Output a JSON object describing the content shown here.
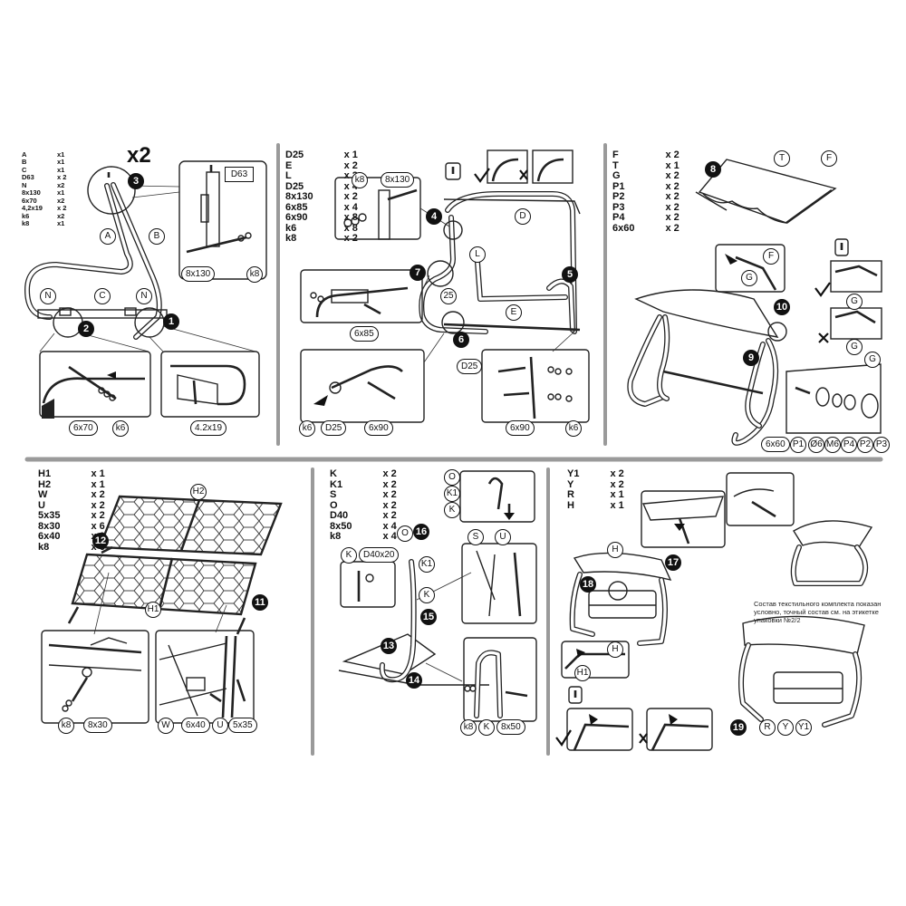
{
  "panel1": {
    "parts": [
      [
        "A",
        "x1"
      ],
      [
        "B",
        "x1"
      ],
      [
        "C",
        "x1"
      ],
      [
        "D63",
        "x 2"
      ],
      [
        "N",
        "x2"
      ],
      [
        "8x130",
        "x1"
      ],
      [
        "6x70",
        "x2"
      ],
      [
        "4,2x19",
        "x 2"
      ],
      [
        "k6",
        "x2"
      ],
      [
        "k8",
        "x1"
      ]
    ],
    "multiplier": "x2",
    "labels": {
      "A": "A",
      "B": "B",
      "C": "C",
      "N1": "N",
      "N2": "N",
      "D63": "D63",
      "bolt": "8x130",
      "nut": "k8",
      "screw1": "6x70",
      "screw1nut": "k6",
      "screw2": "4.2x19"
    },
    "steps": [
      "3",
      "2",
      "1"
    ]
  },
  "panel2": {
    "parts": [
      [
        "D25",
        "x 1"
      ],
      [
        "E",
        "x 2"
      ],
      [
        "L",
        "x 2"
      ],
      [
        "D25",
        "x 4"
      ],
      [
        "8x130",
        "x 2"
      ],
      [
        "6x85",
        "x 4"
      ],
      [
        "6x90",
        "x 8"
      ],
      [
        "k6",
        "x 8"
      ],
      [
        "k8",
        "x 2"
      ]
    ],
    "labels": {
      "k8": "k8",
      "bolt": "8x130",
      "D": "D",
      "L": "L",
      "n25": "25",
      "E": "E",
      "b685": "6x85",
      "k6": "k6",
      "D25a": "D25",
      "b690a": "6x90",
      "D25b": "D25",
      "b690b": "6x90",
      "k6b": "k6"
    },
    "steps": [
      "4",
      "7",
      "5",
      "6"
    ]
  },
  "panel3": {
    "parts": [
      [
        "F",
        "x 2"
      ],
      [
        "T",
        "x 1"
      ],
      [
        "G",
        "x 2"
      ],
      [
        "P1",
        "x 2"
      ],
      [
        "P2",
        "x 2"
      ],
      [
        "P3",
        "x 2"
      ],
      [
        "P4",
        "x 2"
      ],
      [
        "6x60",
        "x 2"
      ]
    ],
    "labels": {
      "T": "T",
      "F1": "F",
      "F2": "F",
      "G1": "G",
      "G2": "G",
      "G3": "G",
      "G4": "G",
      "b660": "6x60",
      "P1": "P1",
      "O6": "Ø6",
      "M6": "M6",
      "P4": "P4",
      "P2": "P2",
      "P3": "P3"
    },
    "steps": [
      "8",
      "10",
      "9"
    ]
  },
  "panel4": {
    "parts": [
      [
        "H1",
        "x 1"
      ],
      [
        "H2",
        "x 1"
      ],
      [
        "W",
        "x 2"
      ],
      [
        "U",
        "x 2"
      ],
      [
        "5x35",
        "x 2"
      ],
      [
        "8x30",
        "x 6"
      ],
      [
        "6x40",
        "x 2"
      ],
      [
        "k8",
        "x 6"
      ]
    ],
    "labels": {
      "H2": "H2",
      "H1": "H1",
      "k8": "k8",
      "b830": "8x30",
      "W": "W",
      "b640": "6x40",
      "U": "U",
      "b535": "5x35"
    },
    "steps": [
      "12",
      "11"
    ]
  },
  "panel5": {
    "parts": [
      [
        "K",
        "x 2"
      ],
      [
        "K1",
        "x 2"
      ],
      [
        "S",
        "x 2"
      ],
      [
        "O",
        "x 2"
      ],
      [
        "D40",
        "x 2"
      ],
      [
        "8x50",
        "x 4"
      ],
      [
        "k8",
        "x 4"
      ]
    ],
    "labels": {
      "O1": "O",
      "K1a": "K1",
      "K1": "K",
      "O2": "O",
      "K1b": "K1",
      "S": "S",
      "U": "U",
      "K2": "K",
      "D4020": "D40x20",
      "K3": "K",
      "k8": "k8",
      "K4": "K",
      "b850": "8x50"
    },
    "steps": [
      "16",
      "15",
      "13",
      "14"
    ]
  },
  "panel6": {
    "parts": [
      [
        "Y1",
        "x 2"
      ],
      [
        "Y",
        "x 2"
      ],
      [
        "R",
        "x 1"
      ],
      [
        "H",
        "x 1"
      ]
    ],
    "labels": {
      "H": "H",
      "H2": "H",
      "H1": "H1",
      "R": "R",
      "Y": "Y",
      "Y1": "Y1"
    },
    "steps": [
      "18",
      "17",
      "19"
    ],
    "note": "Состав текстильного комплекта показан условно, точный состав см. на этикетке упаковки №2/2"
  }
}
